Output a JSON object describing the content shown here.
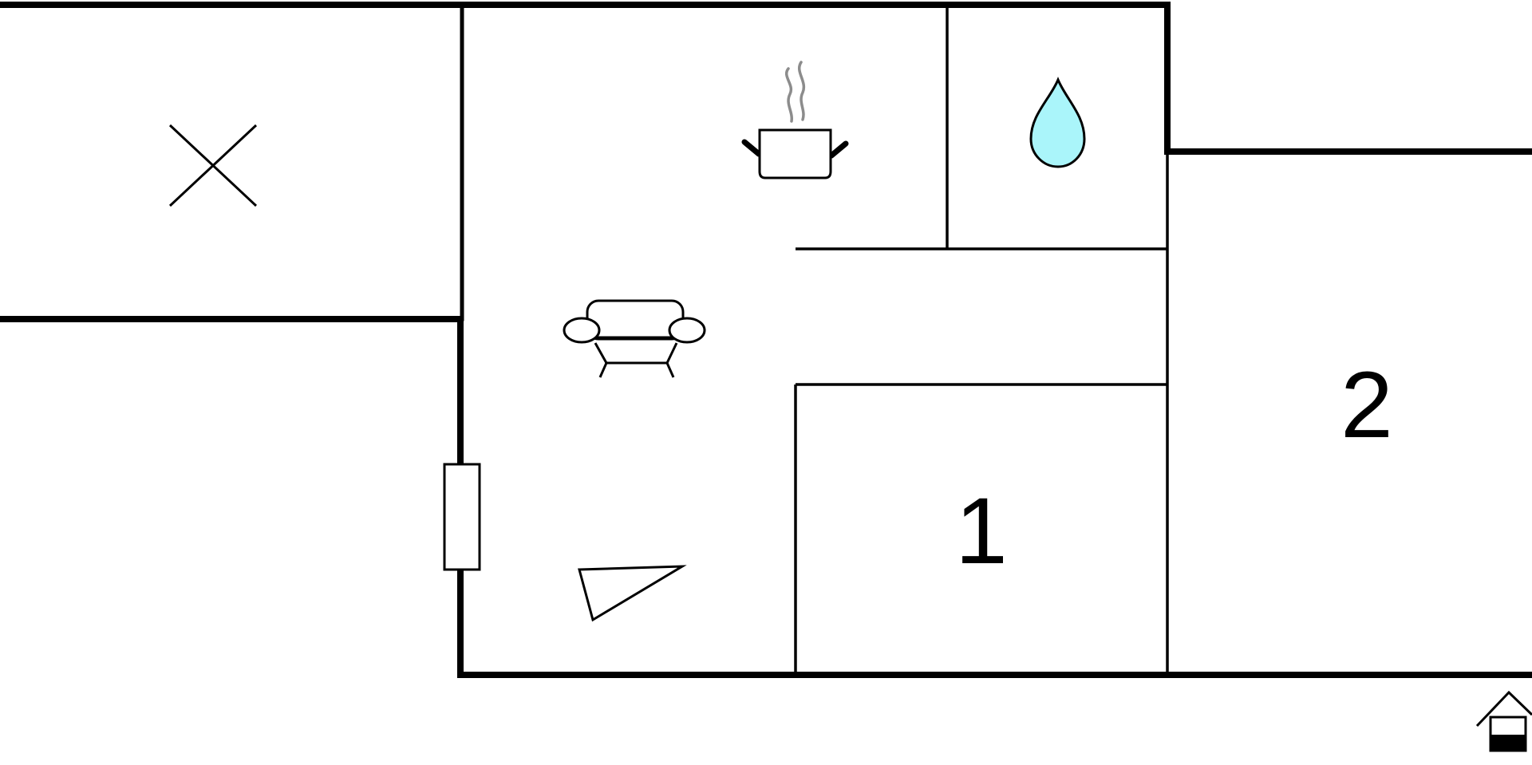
{
  "floor_plan": {
    "rooms": [
      {
        "id": "bedroom-1",
        "label": "1"
      },
      {
        "id": "bedroom-2",
        "label": "2"
      }
    ],
    "icons": {
      "unusable_area": "cross-icon",
      "kitchen": "cooking-pot-icon",
      "bathroom": "water-drop-icon",
      "living_room": "sofa-icon",
      "compass": "triangle-compass-icon",
      "entrance_door": "door-icon",
      "house_level": "house-ground-floor-icon"
    },
    "colors": {
      "wall": "#000000",
      "water_drop_fill": "#aaf5fa",
      "steam": "#8c8c8c",
      "background": "#ffffff"
    }
  }
}
